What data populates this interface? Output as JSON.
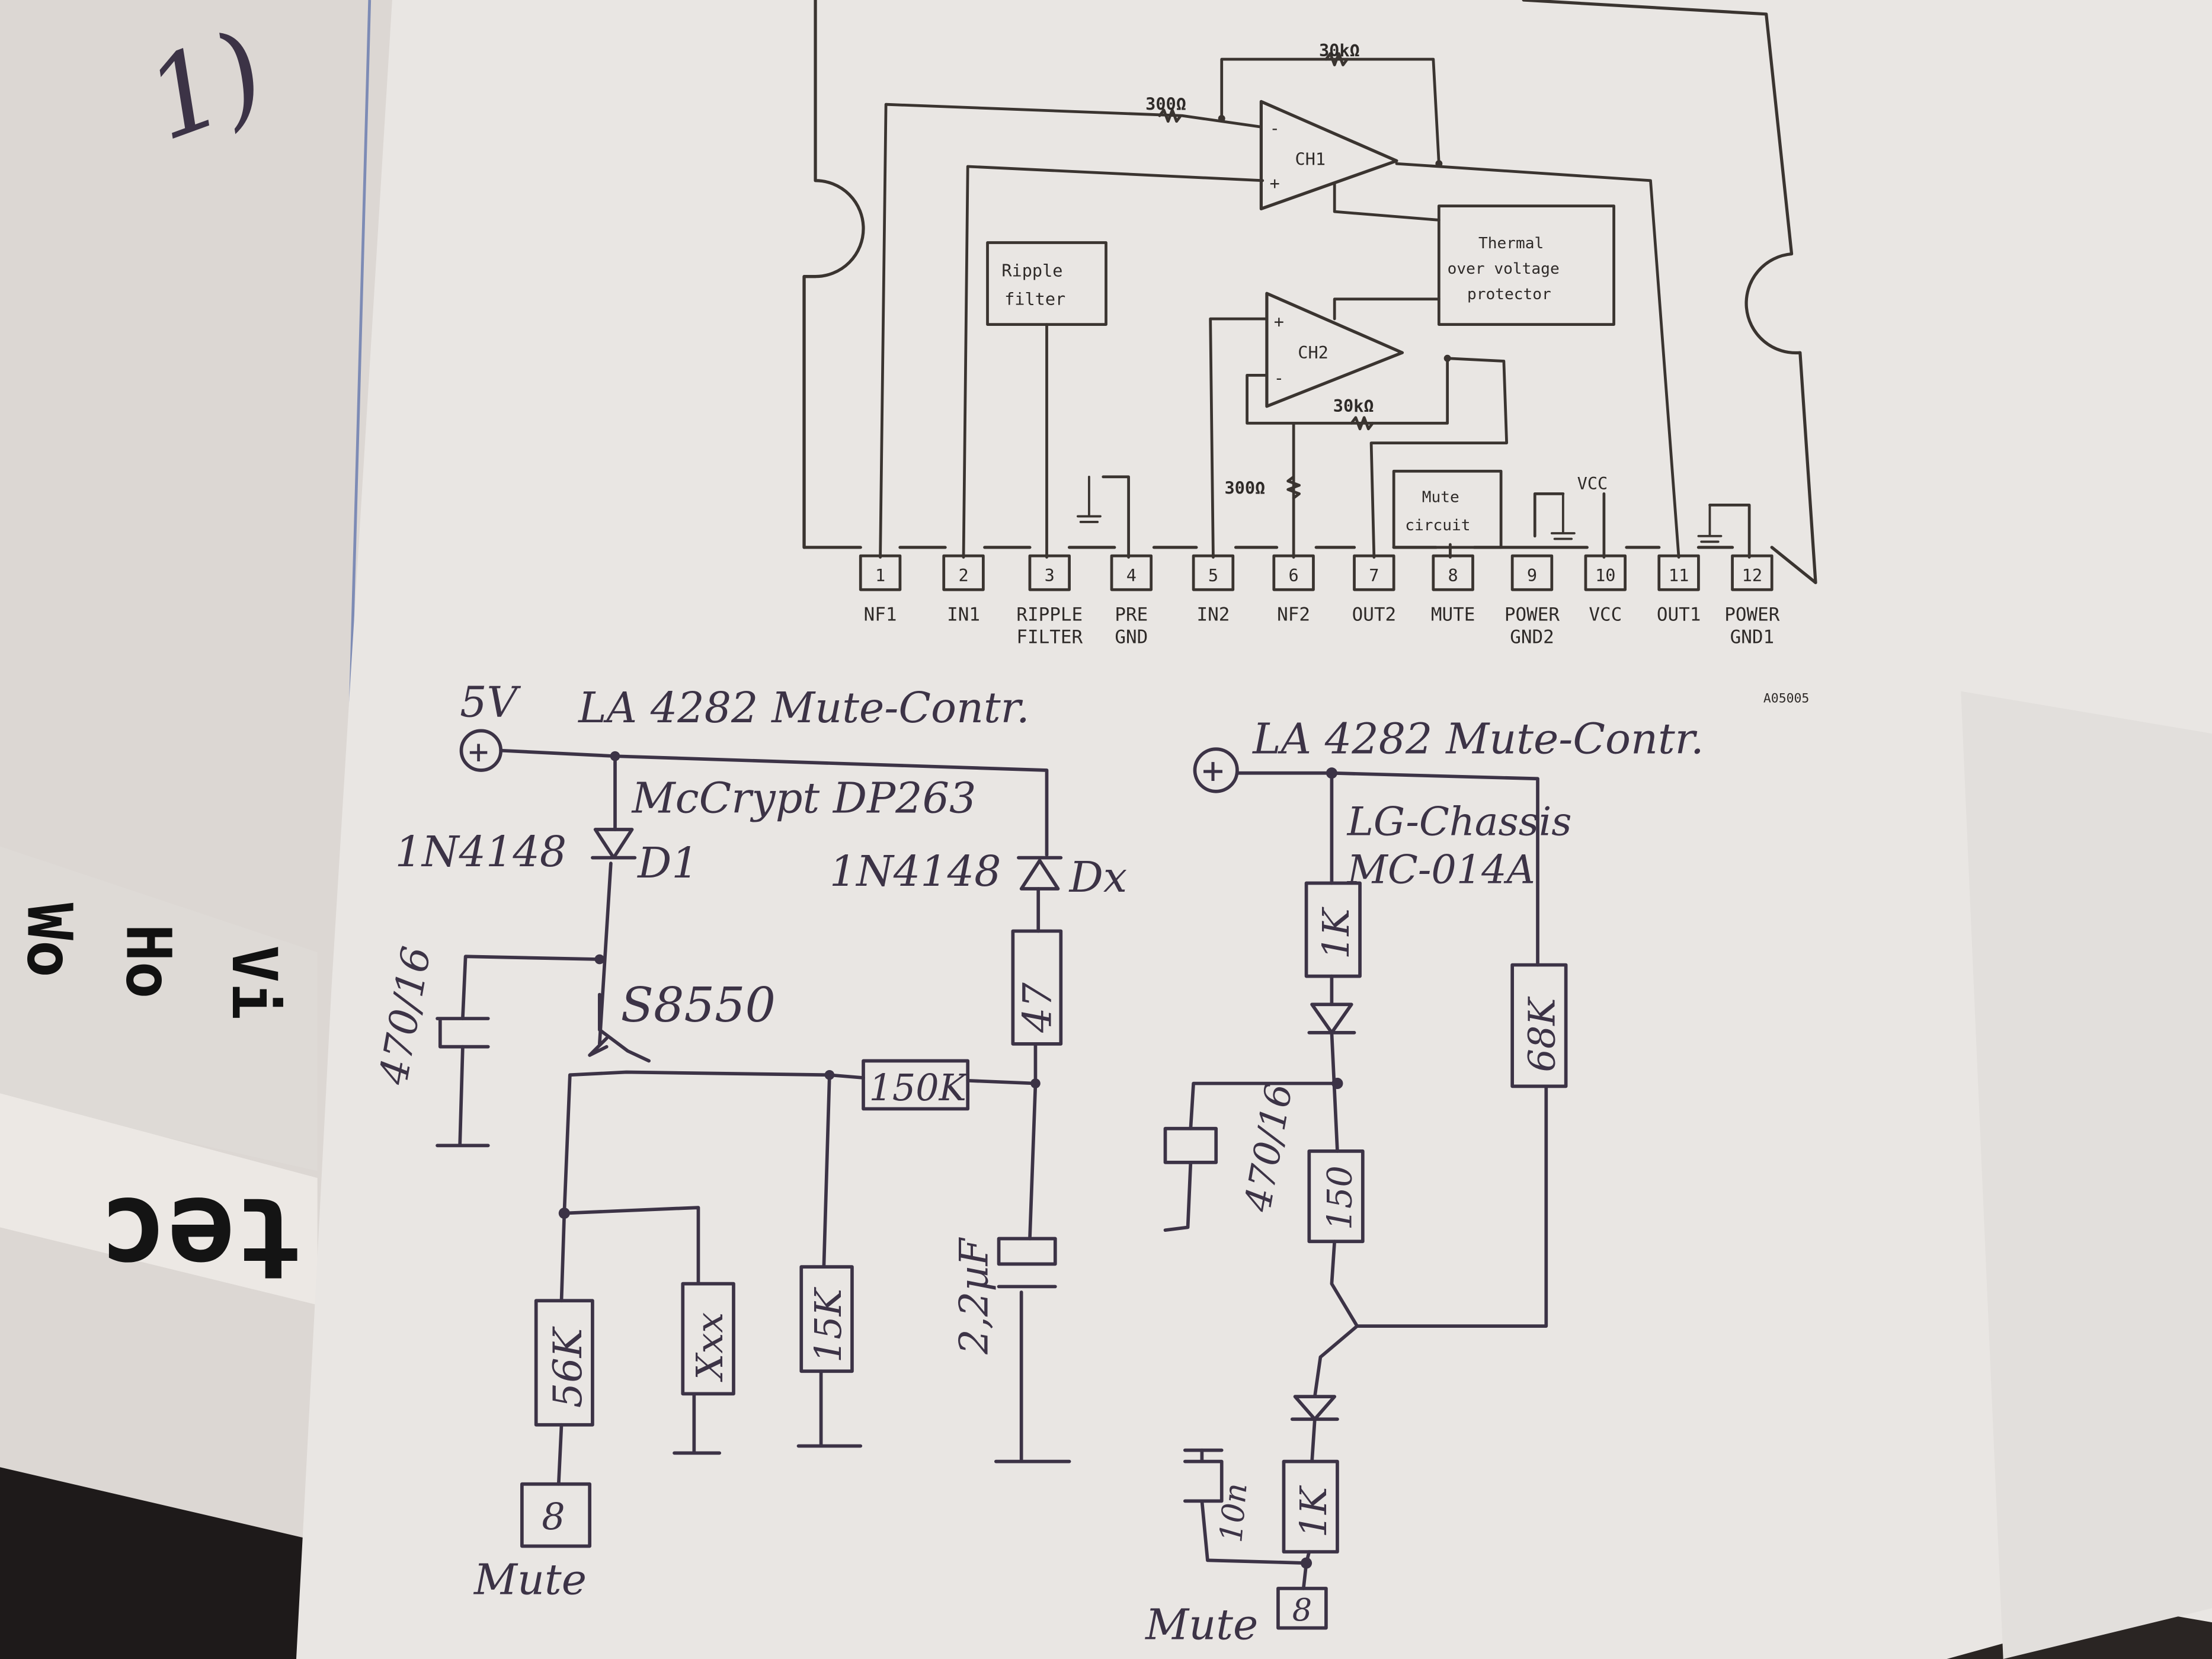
{
  "corner_mark": "1)",
  "ic": {
    "r_in_ch1": "300Ω",
    "r_fb_ch1": "30kΩ",
    "ch1": "CH1",
    "ch2": "CH2",
    "r_fb_ch2": "30kΩ",
    "r_in_ch2": "300Ω",
    "ripple_line1": "Ripple",
    "ripple_line2": "filter",
    "thermal_line1": "Thermal",
    "thermal_line2": "over voltage",
    "thermal_line3": "protector",
    "mute_line1": "Mute",
    "mute_line2": "circuit",
    "vcc_label": "VCC",
    "doc_code": "A05005",
    "pins": [
      {
        "num": "1",
        "name1": "NF1",
        "name2": ""
      },
      {
        "num": "2",
        "name1": "IN1",
        "name2": ""
      },
      {
        "num": "3",
        "name1": "RIPPLE",
        "name2": "FILTER"
      },
      {
        "num": "4",
        "name1": "PRE",
        "name2": "GND"
      },
      {
        "num": "5",
        "name1": "IN2",
        "name2": ""
      },
      {
        "num": "6",
        "name1": "NF2",
        "name2": ""
      },
      {
        "num": "7",
        "name1": "OUT2",
        "name2": ""
      },
      {
        "num": "8",
        "name1": "MUTE",
        "name2": ""
      },
      {
        "num": "9",
        "name1": "POWER",
        "name2": "GND2"
      },
      {
        "num": "10",
        "name1": "VCC",
        "name2": ""
      },
      {
        "num": "11",
        "name1": "OUT1",
        "name2": ""
      },
      {
        "num": "12",
        "name1": "POWER",
        "name2": "GND1"
      }
    ]
  },
  "left_circuit": {
    "supply": "5V",
    "title": "LA 4282 Mute-Contr.",
    "device": "McCrypt DP263",
    "d1_part": "1N4148",
    "d1_ref": "D1",
    "dx_part": "1N4148",
    "dx_ref": "Dx",
    "transistor": "S8550",
    "r_47": "47",
    "r_150k": "150K",
    "cap_470": "470/16",
    "cap_22": "2,2µF",
    "r_56k": "56K",
    "r_xxx": "Xxx",
    "r_15k": "15K",
    "pin": "8",
    "mute": "Mute"
  },
  "right_circuit": {
    "title": "LA 4282 Mute-Contr.",
    "device_line1": "LG-Chassis",
    "device_line2": "MC-014A",
    "r_1k_top": "1K",
    "r_68k": "68K",
    "cap_470": "470/16",
    "r_150": "150",
    "cap_10n": "10n",
    "r_1k_bottom": "1K",
    "pin": "8",
    "mute": "Mute"
  },
  "background_scraps": {
    "dark_text_1": "Wo",
    "dark_text_2": "Ho",
    "dark_text_3": "Vi",
    "dark_text_4": "tec"
  }
}
